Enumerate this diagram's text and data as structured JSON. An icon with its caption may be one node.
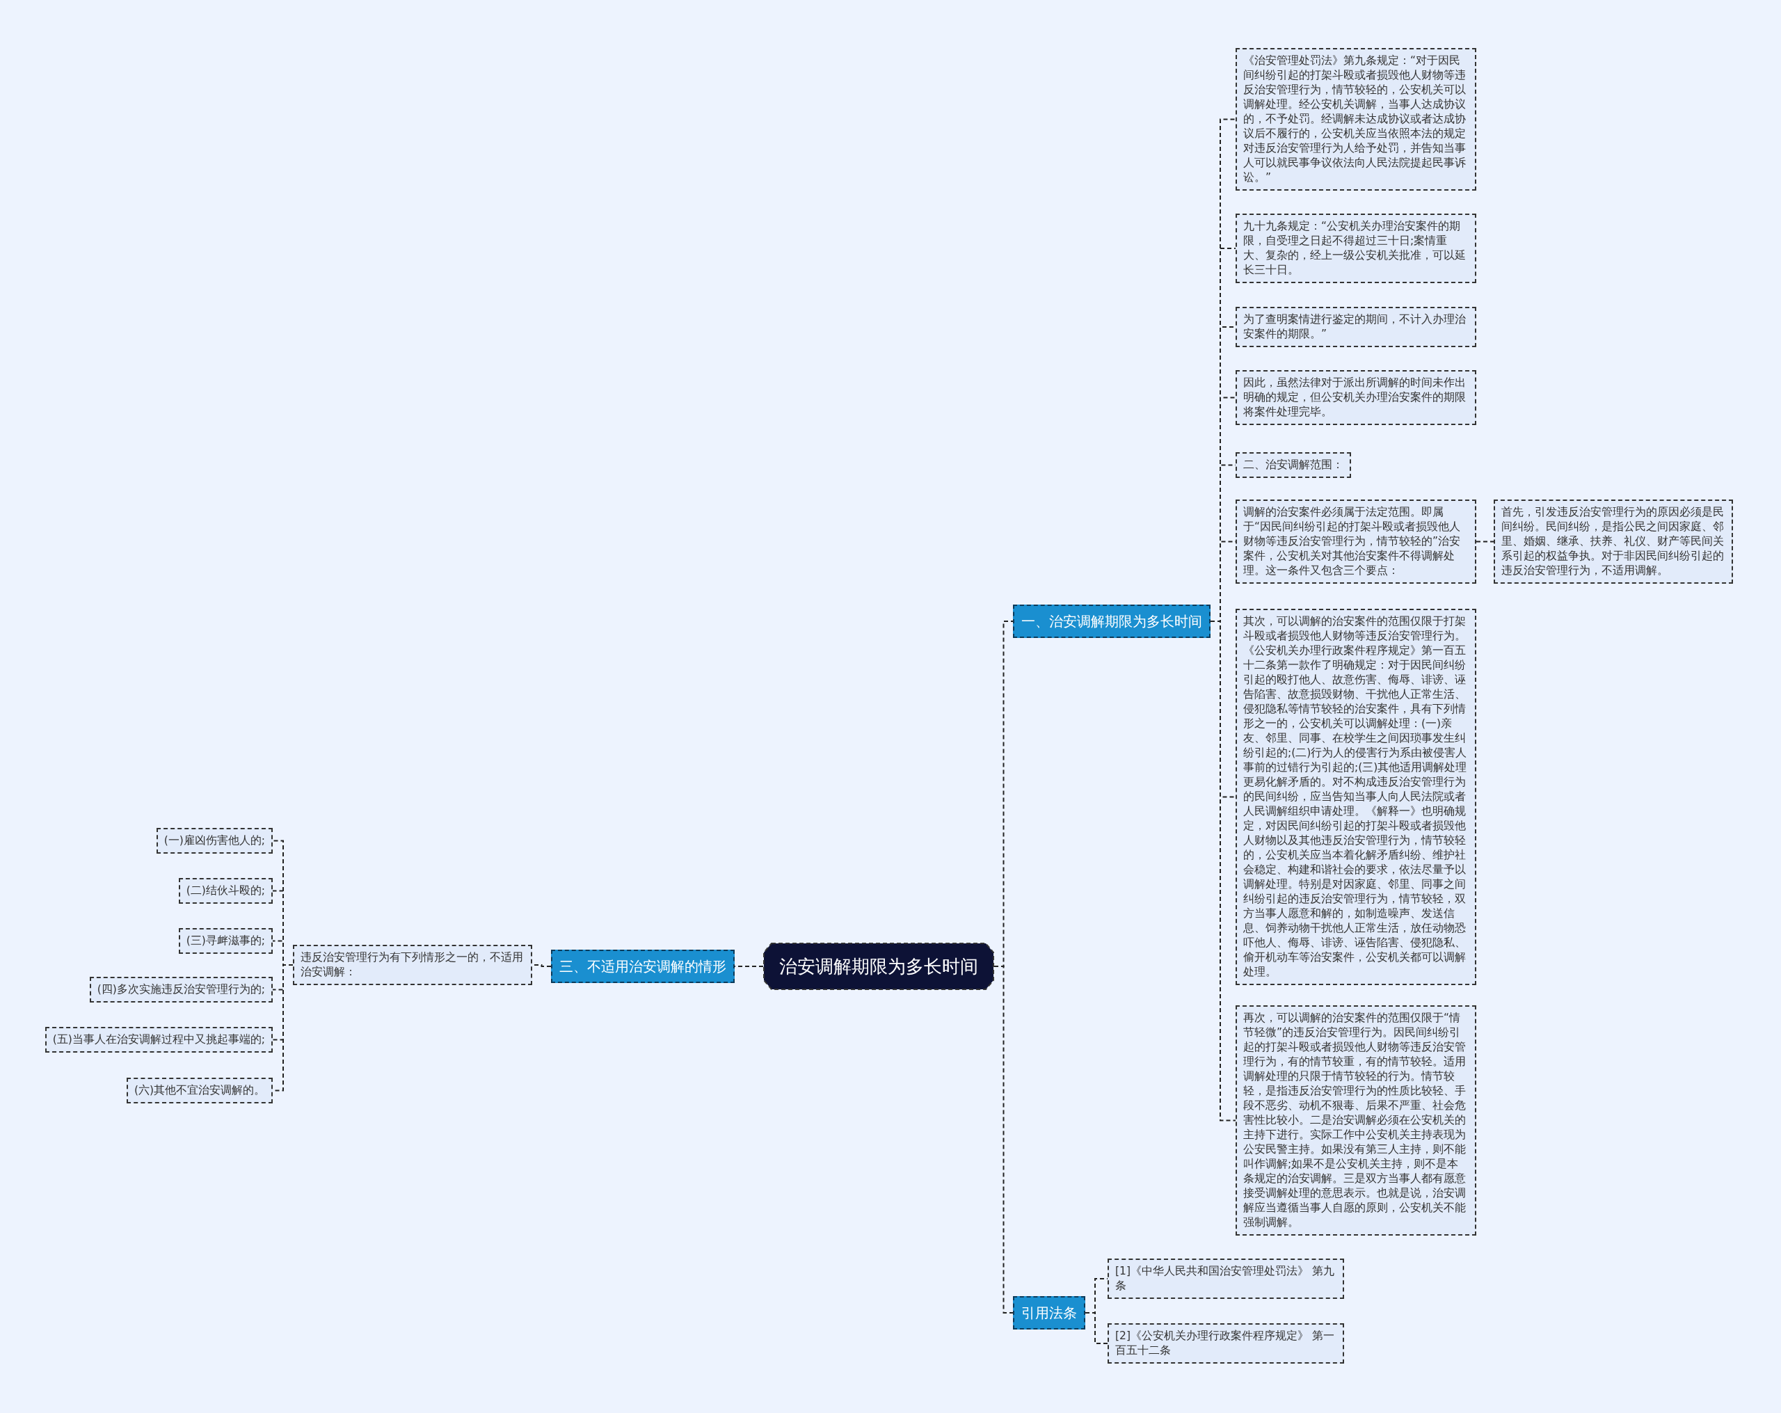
{
  "diagram": {
    "nodes": [
      {
        "text": [
          "治安调解期限为多长时间"
        ]
      },
      {
        "text": [
          "一、治安调解期限为多长时间"
        ]
      },
      {
        "text": [
          "《治安管理处罚法》第九条规定：“对于因民间纠纷引起的打架斗殴或者损毁他人财物等违反治安管理行为，情节较轻的，公安机关可以调解处理。经公安机关调解，当事人达成协议的，不予处罚。经调解未达成协议或者达成协议后不履行的，公安机关应当依照本法的规定对违反治安管理行为人给予处罚，并告知当事人可以就民事争议依法向人民法院提起民事诉讼。”"
        ]
      },
      {
        "text": [
          "九十九条规定：“公安机关办理治安案件的期限，自受理之日起不得超过三十日;案情重大、复杂的，经上一级公安机关批准，可以延长三十日。"
        ]
      },
      {
        "text": [
          "为了查明案情进行鉴定的期间，不计入办理治安案件的期限。”"
        ]
      },
      {
        "text": [
          "因此，虽然法律对于派出所调解的时间未作出明确的规定，但公安机关办理治安案件的期限将案件处理完毕。"
        ]
      },
      {
        "text": [
          "二、治安调解范围："
        ]
      },
      {
        "text": [
          "调解的治安案件必须属于法定范围。即属于“因民间纠纷引起的打架斗殴或者损毁他人财物等违反治安管理行为，情节较轻的”治安案件，公安机关对其他治安案件不得调解处理。这一条件又包含三个要点："
        ]
      },
      {
        "text": [
          "首先，引发违反治安管理行为的原因必须是民间纠纷。民间纠纷，是指公民之间因家庭、邻里、婚姻、继承、扶养、礼仪、财产等民间关系引起的权益争执。对于非因民间纠纷引起的违反治安管理行为，不适用调解。"
        ]
      },
      {
        "text": [
          "其次，可以调解的治安案件的范围仅限于打架斗殴或者损毁他人财物等违反治安管理行为。《公安机关办理行政案件程序规定》第一百五十二条第一款作了明确规定：对于因民间纠纷引起的殴打他人、故意伤害、侮辱、诽谤、诬告陷害、故意损毁财物、干扰他人正常生活、侵犯隐私等情节较轻的治安案件，具有下列情形之一的，公安机关可以调解处理：(一)亲友、邻里、同事、在校学生之间因琐事发生纠纷引起的;(二)行为人的侵害行为系由被侵害人事前的过错行为引起的;(三)其他适用调解处理更易化解矛盾的。对不构成违反治安管理行为的民间纠纷，应当告知当事人向人民法院或者人民调解组织申请处理。《解释一》也明确规定，对因民间纠纷引起的打架斗殴或者损毁他人财物以及其他违反治安管理行为，情节较轻的，公安机关应当本着化解矛盾纠纷、维护社会稳定、构建和谐社会的要求，依法尽量予以调解处理。特别是对因家庭、邻里、同事之间纠纷引起的违反治安管理行为，情节较轻，双方当事人愿意和解的，如制造噪声、发送信息、饲养动物干扰他人正常生活，放任动物恐吓他人、侮辱、诽谤、诬告陷害、侵犯隐私、偷开机动车等治安案件，公安机关都可以调解处理。"
        ]
      },
      {
        "text": [
          "再次，可以调解的治安案件的范围仅限于“情节轻微”的违反治安管理行为。因民间纠纷引起的打架斗殴或者损毁他人财物等违反治安管理行为，有的情节较重，有的情节较轻。适用调解处理的只限于情节较轻的行为。情节较轻，是指违反治安管理行为的性质比较轻、手段不恶劣、动机不狠毒、后果不严重、社会危害性比较小。二是治安调解必须在公安机关的主持下进行。实际工作中公安机关主持表现为公安民警主持。如果没有第三人主持，则不能叫作调解;如果不是公安机关主持，则不是本条规定的治安调解。三是双方当事人都有愿意接受调解处理的意思表示。也就是说，治安调解应当遵循当事人自愿的原则，公安机关不能强制调解。"
        ]
      },
      {
        "text": [
          "三、不适用治安调解的情形"
        ]
      },
      {
        "text": [
          "违反治安管理行为有下列情形之一的，不适用治安调解："
        ]
      },
      {
        "text": [
          "(一)雇凶伤害他人的;"
        ]
      },
      {
        "text": [
          "(二)结伙斗殴的;"
        ]
      },
      {
        "text": [
          "(三)寻衅滋事的;"
        ]
      },
      {
        "text": [
          "(四)多次实施违反治安管理行为的;"
        ]
      },
      {
        "text": [
          "(五)当事人在治安调解过程中又挑起事端的;"
        ]
      },
      {
        "text": [
          "(六)其他不宜治安调解的。"
        ]
      },
      {
        "text": [
          "引用法条"
        ]
      },
      {
        "text": [
          "[1]《中华人民共和国治安管理处罚法》 第九条"
        ]
      },
      {
        "text": [
          "[2]《公安机关办理行政案件程序规定》 第一百五十二条"
        ]
      }
    ],
    "edges": [
      {
        "from": 0,
        "to": 1,
        "arrow": "none"
      },
      {
        "from": 1,
        "to": 2,
        "arrow": "none"
      },
      {
        "from": 1,
        "to": 3,
        "arrow": "none"
      },
      {
        "from": 1,
        "to": 4,
        "arrow": "none"
      },
      {
        "from": 1,
        "to": 5,
        "arrow": "none"
      },
      {
        "from": 1,
        "to": 6,
        "arrow": "none"
      },
      {
        "from": 1,
        "to": 7,
        "arrow": "none"
      },
      {
        "from": 7,
        "to": 8,
        "arrow": "none"
      },
      {
        "from": 1,
        "to": 9,
        "arrow": "none"
      },
      {
        "from": 1,
        "to": 10,
        "arrow": "none"
      },
      {
        "from": 0,
        "to": 11,
        "arrow": "none"
      },
      {
        "from": 11,
        "to": 12,
        "arrow": "none"
      },
      {
        "from": 12,
        "to": 13,
        "arrow": "none"
      },
      {
        "from": 12,
        "to": 14,
        "arrow": "none"
      },
      {
        "from": 12,
        "to": 15,
        "arrow": "none"
      },
      {
        "from": 12,
        "to": 16,
        "arrow": "none"
      },
      {
        "from": 12,
        "to": 17,
        "arrow": "none"
      },
      {
        "from": 12,
        "to": 18,
        "arrow": "none"
      },
      {
        "from": 0,
        "to": 19,
        "arrow": "none"
      },
      {
        "from": 19,
        "to": 20,
        "arrow": "none"
      },
      {
        "from": 19,
        "to": 21,
        "arrow": "none"
      }
    ]
  }
}
